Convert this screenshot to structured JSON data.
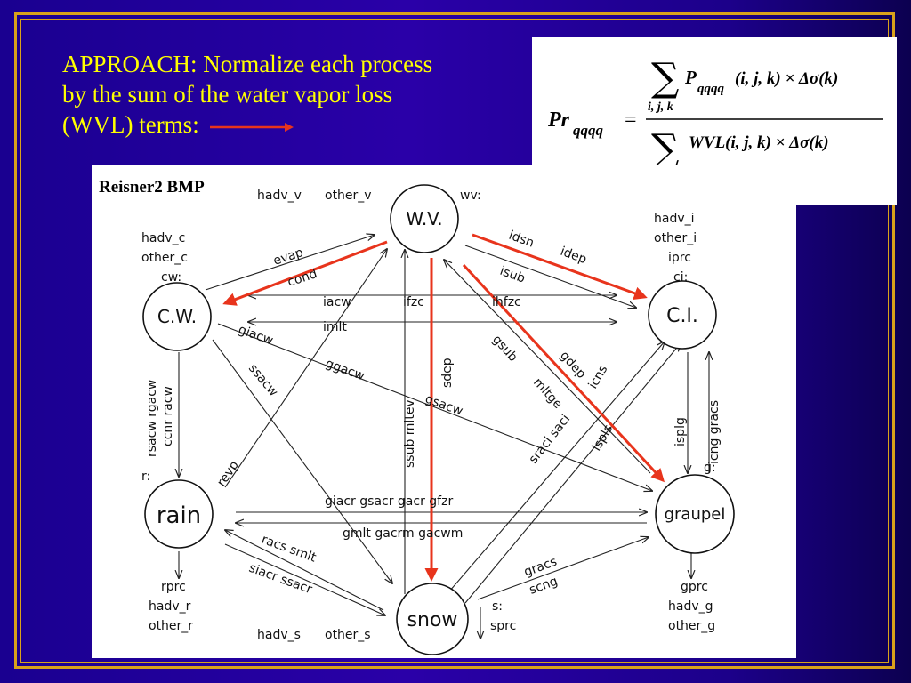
{
  "heading": {
    "line1": "APPROACH: Normalize each process",
    "line2": "by the sum of the water vapor loss",
    "line3": "(WVL) terms:"
  },
  "formula": {
    "lhs_main": "Pr",
    "lhs_sub": "qqqq",
    "equals": "=",
    "sum_symbol": "∑",
    "sum_index": "i, j, k",
    "num_main": "P",
    "num_sub": "qqqq",
    "num_args": "(i, j, k) × Δσ(k)",
    "den_main": "WVL(i, j, k) × Δσ(k)"
  },
  "diagram": {
    "title": "Reisner2 BMP",
    "nodes": {
      "wv": "W.V.",
      "cw": "C.W.",
      "ci": "C.I.",
      "rain": "rain",
      "snow": "snow",
      "graupel": "graupel"
    },
    "labels": {
      "wv_top": [
        "hadv_v",
        "other_v",
        "wv:"
      ],
      "cw_side": [
        "hadv_c",
        "other_c",
        "cw:"
      ],
      "ci_side": [
        "hadv_i",
        "other_i",
        "iprc",
        "ci:"
      ],
      "rain_side": [
        "r:",
        "rprc",
        "hadv_r",
        "other_r"
      ],
      "snow_side": [
        "hadv_s",
        "other_s",
        "s:",
        "sprc"
      ],
      "graupel_side": [
        "g:",
        "gprc",
        "hadv_g",
        "other_g"
      ],
      "evap": "evap",
      "cond": "cond",
      "idsn": "idsn",
      "idep": "idep",
      "isub": "isub",
      "iacw": "iacw",
      "ifzc": "ifzc",
      "ihfzc": "ihfzc",
      "imlt": "imlt",
      "giacw": "giacw",
      "sacw": "ssacw",
      "ggacw": "ggacw",
      "gsacw": "gsacw",
      "ssub_mltev": "ssub  mltev",
      "sdep": "sdep",
      "gsub": "gsub",
      "mltge": "mltge",
      "gdep": "gdep",
      "icns": "icns",
      "sraci_saci": "sraci  saci",
      "ispls": "ispls",
      "rain_cw": "rsacw rgacw",
      "rain_cw2": "ccnr  racw",
      "revp": "revp",
      "ci_g1": "isplg",
      "ci_g2": "icng  gracs",
      "giacr_row": "giacr  gsacr  gacr  gfzr",
      "gmlt_row": "gmlt   gacrm   gacwm",
      "racs_smlt": "racs   smlt",
      "siacr_ssacr": "siacr ssacr",
      "gracs": "gracs",
      "scng": "scng"
    }
  },
  "colors": {
    "background": "#2a00a8",
    "heading_text": "#ffff00",
    "frame": "#d9a21b",
    "highlight_arrow": "#e8341c"
  }
}
